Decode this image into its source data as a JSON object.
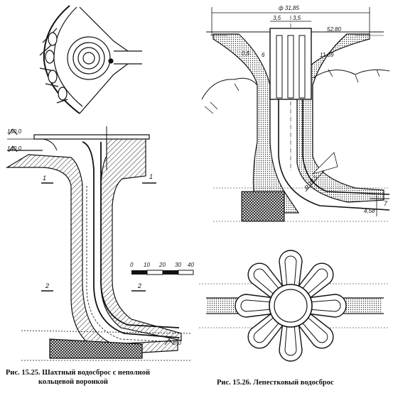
{
  "figures": [
    {
      "caption_line1": "Рис. 15.25. Шахтный водосброс с неполной",
      "caption_line2": "кольцевой воронкой",
      "labels": {
        "elev_top": "150,0",
        "elev_water": "140,0",
        "elev_bottom": "0,0",
        "section_1a": "1",
        "section_1b": "1",
        "section_2a": "2",
        "section_2b": "2"
      },
      "scale_ticks": [
        "0",
        "10",
        "20",
        "30",
        "40"
      ]
    },
    {
      "caption": "Рис. 15.26. Лепестковый водосброс",
      "labels": {
        "diameter": "ф 31,85",
        "width_left": "3,5",
        "width_right": "3,5",
        "dim_top": "52,80",
        "dim_right": "11,69",
        "dim_small_a": "0,5",
        "dim_small_b": "6",
        "radius": "R 10,5",
        "dim_bottom": "4,58",
        "mark_right": "7"
      }
    }
  ]
}
